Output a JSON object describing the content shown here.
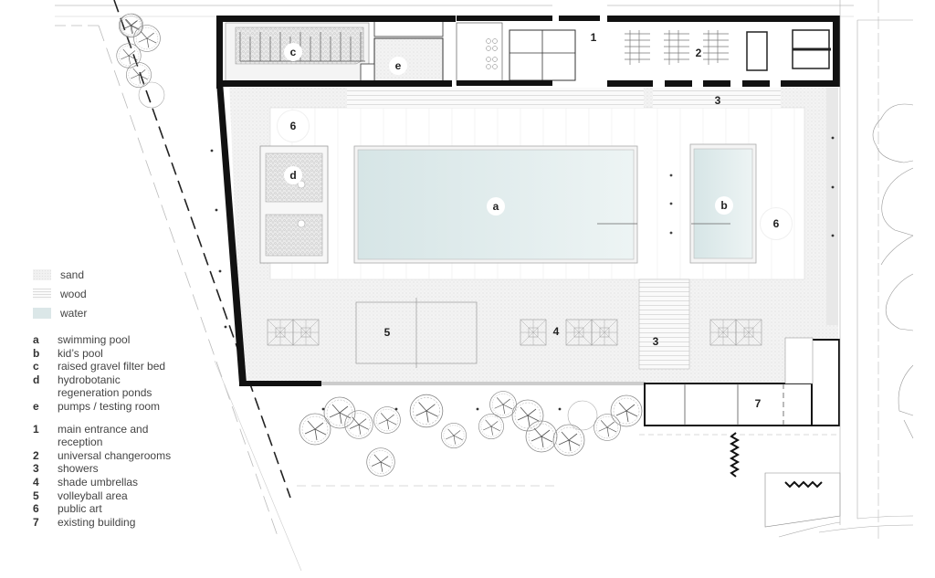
{
  "legend": {
    "materials": [
      {
        "key": "sand",
        "label": "sand"
      },
      {
        "key": "wood",
        "label": "wood"
      },
      {
        "key": "water",
        "label": "water"
      }
    ],
    "letters": [
      {
        "code": "a",
        "label": "swimming pool"
      },
      {
        "code": "b",
        "label": "kid’s pool"
      },
      {
        "code": "c",
        "label": "raised gravel filter bed"
      },
      {
        "code": "d",
        "label": "hydrobotanic"
      },
      {
        "code": "",
        "label": "regeneration ponds"
      },
      {
        "code": "e",
        "label": "pumps / testing room"
      }
    ],
    "numbers": [
      {
        "code": "1",
        "label": "main entrance and"
      },
      {
        "code": "",
        "label": "reception"
      },
      {
        "code": "2",
        "label": "universal changerooms"
      },
      {
        "code": "3",
        "label": "showers"
      },
      {
        "code": "4",
        "label": "shade umbrellas"
      },
      {
        "code": "5",
        "label": "volleyball area"
      },
      {
        "code": "6",
        "label": "public art"
      },
      {
        "code": "7",
        "label": "existing building"
      }
    ]
  },
  "plan_labels": {
    "a": "a",
    "b": "b",
    "c": "c",
    "d": "d",
    "e": "e",
    "n1": "1",
    "n2": "2",
    "n3_top": "3",
    "n3_bottom": "3",
    "n4": "4",
    "n5": "5",
    "n6_left": "6",
    "n6_right": "6",
    "n7": "7"
  },
  "colors": {
    "wall": "#111111",
    "sand": "#f1f1f1",
    "water": "#dbe7e8",
    "wood": "#e6e6e6",
    "line": "#999999"
  }
}
